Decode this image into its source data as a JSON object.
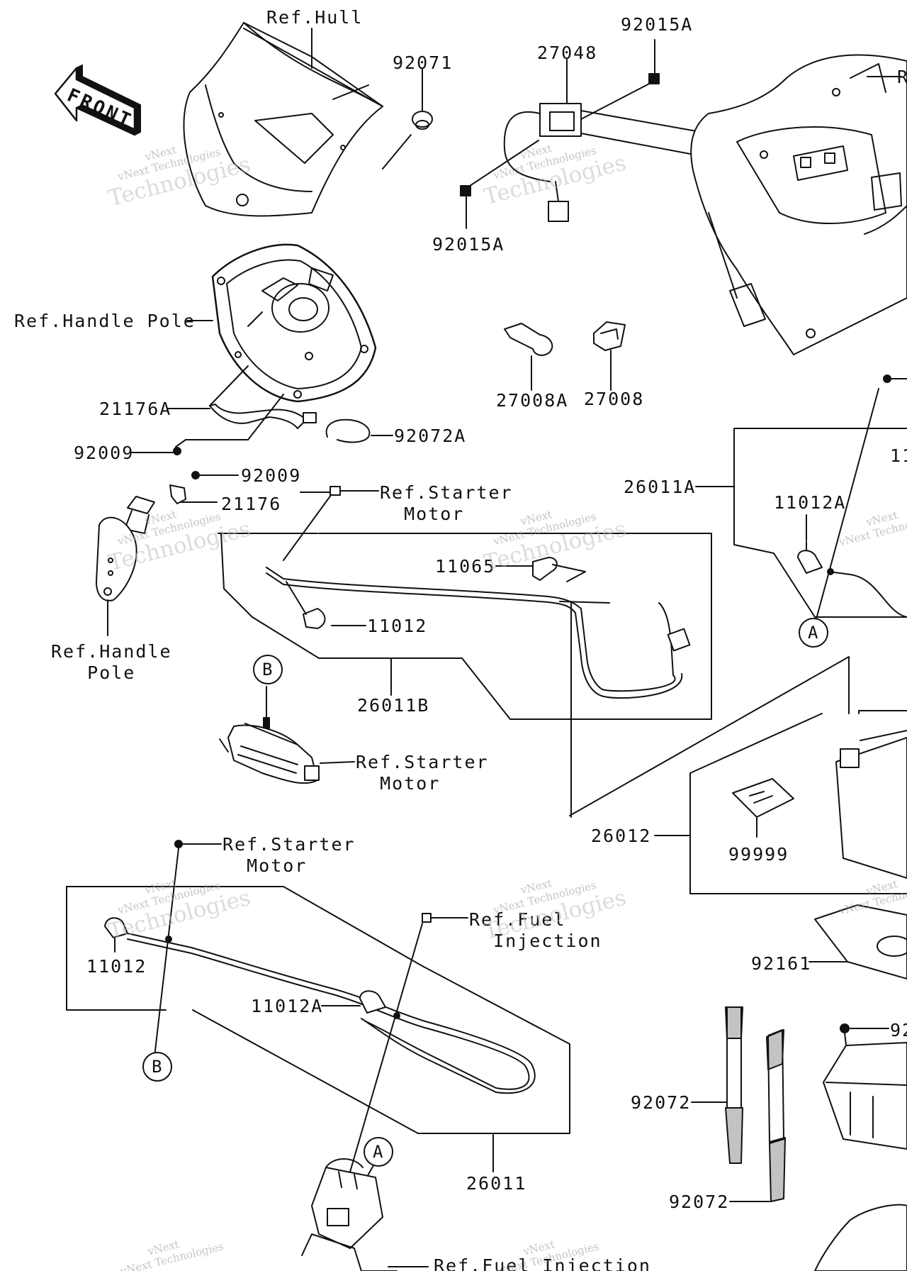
{
  "front_sign": "FRONT",
  "watermark": {
    "line1": "vNext",
    "line2": "vNext Technologies",
    "line3": "Technologies"
  },
  "callouts": {
    "a": "A",
    "b": "B"
  },
  "labels": {
    "ref_hull": "Ref.Hull",
    "p92071": "92071",
    "p92015a_top": "92015A",
    "p27048": "27048",
    "p92015a_bottom": "92015A",
    "ref_right_top": "R",
    "ref_handle_pole_1": "Ref.Handle Pole",
    "p21176a": "21176A",
    "p92009_a": "92009",
    "p92072a": "92072A",
    "p27008a": "27008A",
    "p27008": "27008",
    "p92009_b": "92009",
    "p21176": "21176",
    "ref_starter_motor_1": "Ref.Starter\n  Motor",
    "p26011a": "26011A",
    "p11_right": "11",
    "p11012a_right": "11012A",
    "p11065": "11065",
    "p11012_mid": "11012",
    "ref_handle_pole_2": "Ref.Handle\n   Pole",
    "p26011b": "26011B",
    "ref_starter_motor_2": "Ref.Starter\n  Motor",
    "p26012": "26012",
    "p99999": "99999",
    "ref_starter_motor_3": "Ref.Starter\n  Motor",
    "ref_fuel_injection_1": "Ref.Fuel\n  Injection",
    "p11012_low": "11012",
    "p11012a_low": "11012A",
    "p92161": "92161",
    "p92_right": "92",
    "p92072_a": "92072",
    "p92072_b": "92072",
    "p26011": "26011",
    "ref_fuel_injection_2": "Ref.Fuel Injection"
  }
}
